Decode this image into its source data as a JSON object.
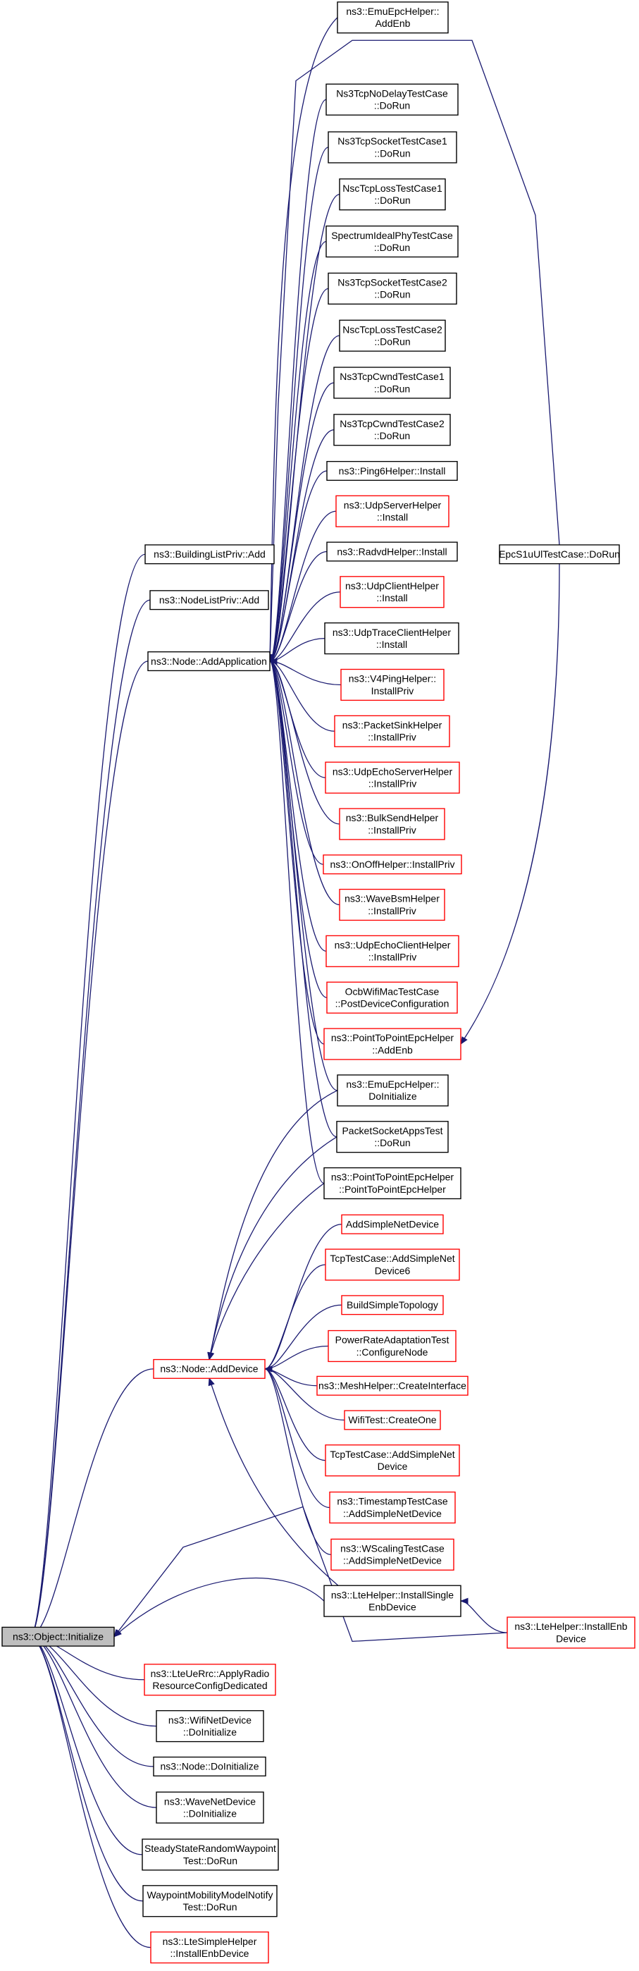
{
  "colors": {
    "edge": "#191970",
    "node_border": "#000000",
    "node_border_highlight": "#ff0000",
    "root_fill": "#bfbfbf"
  },
  "nodes": [
    {
      "id": "init",
      "lines": [
        "ns3::Object::Initialize"
      ],
      "style": "gray"
    },
    {
      "id": "buildinglist",
      "lines": [
        "ns3::BuildingListPriv::Add"
      ],
      "style": "black"
    },
    {
      "id": "nodelist",
      "lines": [
        "ns3::NodeListPriv::Add"
      ],
      "style": "black"
    },
    {
      "id": "addapp",
      "lines": [
        "ns3::Node::AddApplication"
      ],
      "style": "black"
    },
    {
      "id": "adddevice",
      "lines": [
        "ns3::Node::AddDevice"
      ],
      "style": "red"
    },
    {
      "id": "lteuerrc",
      "lines": [
        "ns3::LteUeRrc::ApplyRadio",
        "ResourceConfigDedicated"
      ],
      "style": "red"
    },
    {
      "id": "wifinetdev",
      "lines": [
        "ns3::WifiNetDevice",
        "::DoInitialize"
      ],
      "style": "black"
    },
    {
      "id": "nodedoinit",
      "lines": [
        "ns3::Node::DoInitialize"
      ],
      "style": "black"
    },
    {
      "id": "wavenetdev",
      "lines": [
        "ns3::WaveNetDevice",
        "::DoInitialize"
      ],
      "style": "black"
    },
    {
      "id": "steadystate",
      "lines": [
        "SteadyStateRandomWaypoint",
        "Test::DoRun"
      ],
      "style": "black"
    },
    {
      "id": "waypointnotify",
      "lines": [
        "WaypointMobilityModelNotify",
        "Test::DoRun"
      ],
      "style": "black"
    },
    {
      "id": "ltesimple",
      "lines": [
        "ns3::LteSimpleHelper",
        "::InstallEnbDevice"
      ],
      "style": "red"
    },
    {
      "id": "emuaddenb",
      "lines": [
        "ns3::EmuEpcHelper::",
        "AddEnb"
      ],
      "style": "black"
    },
    {
      "id": "ns3tcpnodelay",
      "lines": [
        "Ns3TcpNoDelayTestCase",
        "::DoRun"
      ],
      "style": "black"
    },
    {
      "id": "ns3tcpsocket1",
      "lines": [
        "Ns3TcpSocketTestCase1",
        "::DoRun"
      ],
      "style": "black"
    },
    {
      "id": "nsctcploss1",
      "lines": [
        "NscTcpLossTestCase1",
        "::DoRun"
      ],
      "style": "black"
    },
    {
      "id": "spectrumideal",
      "lines": [
        "SpectrumIdealPhyTestCase",
        "::DoRun"
      ],
      "style": "black"
    },
    {
      "id": "ns3tcpsocket2",
      "lines": [
        "Ns3TcpSocketTestCase2",
        "::DoRun"
      ],
      "style": "black"
    },
    {
      "id": "nsctcploss2",
      "lines": [
        "NscTcpLossTestCase2",
        "::DoRun"
      ],
      "style": "black"
    },
    {
      "id": "ns3tcpcwnd1",
      "lines": [
        "Ns3TcpCwndTestCase1",
        "::DoRun"
      ],
      "style": "black"
    },
    {
      "id": "ns3tcpcwnd2",
      "lines": [
        "Ns3TcpCwndTestCase2",
        "::DoRun"
      ],
      "style": "black"
    },
    {
      "id": "ping6",
      "lines": [
        "ns3::Ping6Helper::Install"
      ],
      "style": "black"
    },
    {
      "id": "udpserver",
      "lines": [
        "ns3::UdpServerHelper",
        "::Install"
      ],
      "style": "red"
    },
    {
      "id": "radvd",
      "lines": [
        "ns3::RadvdHelper::Install"
      ],
      "style": "black"
    },
    {
      "id": "udpclient",
      "lines": [
        "ns3::UdpClientHelper",
        "::Install"
      ],
      "style": "red"
    },
    {
      "id": "udptrace",
      "lines": [
        "ns3::UdpTraceClientHelper",
        "::Install"
      ],
      "style": "black"
    },
    {
      "id": "v4ping",
      "lines": [
        "ns3::V4PingHelper::",
        "InstallPriv"
      ],
      "style": "red"
    },
    {
      "id": "packetsink",
      "lines": [
        "ns3::PacketSinkHelper",
        "::InstallPriv"
      ],
      "style": "red"
    },
    {
      "id": "udpechoserver",
      "lines": [
        "ns3::UdpEchoServerHelper",
        "::InstallPriv"
      ],
      "style": "red"
    },
    {
      "id": "bulksend",
      "lines": [
        "ns3::BulkSendHelper",
        "::InstallPriv"
      ],
      "style": "red"
    },
    {
      "id": "onoff",
      "lines": [
        "ns3::OnOffHelper::InstallPriv"
      ],
      "style": "red"
    },
    {
      "id": "wavebsm",
      "lines": [
        "ns3::WaveBsmHelper",
        "::InstallPriv"
      ],
      "style": "red"
    },
    {
      "id": "udpechoclient",
      "lines": [
        "ns3::UdpEchoClientHelper",
        "::InstallPriv"
      ],
      "style": "red"
    },
    {
      "id": "ocbwifi",
      "lines": [
        "OcbWifiMacTestCase",
        "::PostDeviceConfiguration"
      ],
      "style": "red"
    },
    {
      "id": "p2pepcaddenb",
      "lines": [
        "ns3::PointToPointEpcHelper",
        "::AddEnb"
      ],
      "style": "red"
    },
    {
      "id": "emudoinit",
      "lines": [
        "ns3::EmuEpcHelper::",
        "DoInitialize"
      ],
      "style": "black"
    },
    {
      "id": "packetsocket",
      "lines": [
        "PacketSocketAppsTest",
        "::DoRun"
      ],
      "style": "black"
    },
    {
      "id": "p2pepcctor",
      "lines": [
        "ns3::PointToPointEpcHelper",
        "::PointToPointEpcHelper"
      ],
      "style": "black"
    },
    {
      "id": "addsimplenet",
      "lines": [
        "AddSimpleNetDevice"
      ],
      "style": "red"
    },
    {
      "id": "tcpaddsimple6",
      "lines": [
        "TcpTestCase::AddSimpleNet",
        "Device6"
      ],
      "style": "red"
    },
    {
      "id": "buildsimple",
      "lines": [
        "BuildSimpleTopology"
      ],
      "style": "red"
    },
    {
      "id": "powerrate",
      "lines": [
        "PowerRateAdaptationTest",
        "::ConfigureNode"
      ],
      "style": "red"
    },
    {
      "id": "meshhelper",
      "lines": [
        "ns3::MeshHelper::CreateInterface"
      ],
      "style": "red"
    },
    {
      "id": "wifitest",
      "lines": [
        "WifiTest::CreateOne"
      ],
      "style": "red"
    },
    {
      "id": "tcpaddsimple",
      "lines": [
        "TcpTestCase::AddSimpleNet",
        "Device"
      ],
      "style": "red"
    },
    {
      "id": "timestamp",
      "lines": [
        "ns3::TimestampTestCase",
        "::AddSimpleNetDevice"
      ],
      "style": "red"
    },
    {
      "id": "wscaling",
      "lines": [
        "ns3::WScalingTestCase",
        "::AddSimpleNetDevice"
      ],
      "style": "red"
    },
    {
      "id": "lteinstallsingle",
      "lines": [
        "ns3::LteHelper::InstallSingle",
        "EnbDevice"
      ],
      "style": "black"
    },
    {
      "id": "lteinstallenb",
      "lines": [
        "ns3::LteHelper::InstallEnb",
        "Device"
      ],
      "style": "red"
    },
    {
      "id": "epcs1ul",
      "lines": [
        "EpcS1uUlTestCase::DoRun"
      ],
      "style": "black"
    }
  ],
  "edges": [
    [
      "buildinglist",
      "init"
    ],
    [
      "nodelist",
      "init"
    ],
    [
      "addapp",
      "init"
    ],
    [
      "adddevice",
      "init"
    ],
    [
      "lteuerrc",
      "init"
    ],
    [
      "wifinetdev",
      "init"
    ],
    [
      "nodedoinit",
      "init"
    ],
    [
      "wavenetdev",
      "init"
    ],
    [
      "steadystate",
      "init"
    ],
    [
      "waypointnotify",
      "init"
    ],
    [
      "ltesimple",
      "init"
    ],
    [
      "lteinstallsingle",
      "init"
    ],
    [
      "lteinstallenb",
      "init"
    ],
    [
      "emuaddenb",
      "addapp"
    ],
    [
      "ns3tcpnodelay",
      "addapp"
    ],
    [
      "ns3tcpsocket1",
      "addapp"
    ],
    [
      "nsctcploss1",
      "addapp"
    ],
    [
      "spectrumideal",
      "addapp"
    ],
    [
      "ns3tcpsocket2",
      "addapp"
    ],
    [
      "nsctcploss2",
      "addapp"
    ],
    [
      "ns3tcpcwnd1",
      "addapp"
    ],
    [
      "ns3tcpcwnd2",
      "addapp"
    ],
    [
      "ping6",
      "addapp"
    ],
    [
      "udpserver",
      "addapp"
    ],
    [
      "radvd",
      "addapp"
    ],
    [
      "udpclient",
      "addapp"
    ],
    [
      "udptrace",
      "addapp"
    ],
    [
      "v4ping",
      "addapp"
    ],
    [
      "packetsink",
      "addapp"
    ],
    [
      "udpechoserver",
      "addapp"
    ],
    [
      "bulksend",
      "addapp"
    ],
    [
      "onoff",
      "addapp"
    ],
    [
      "wavebsm",
      "addapp"
    ],
    [
      "udpechoclient",
      "addapp"
    ],
    [
      "ocbwifi",
      "addapp"
    ],
    [
      "p2pepcaddenb",
      "addapp"
    ],
    [
      "emudoinit",
      "addapp"
    ],
    [
      "packetsocket",
      "addapp"
    ],
    [
      "p2pepcctor",
      "addapp"
    ],
    [
      "epcs1ul",
      "addapp"
    ],
    [
      "emudoinit",
      "adddevice"
    ],
    [
      "packetsocket",
      "adddevice"
    ],
    [
      "p2pepcctor",
      "adddevice"
    ],
    [
      "addsimplenet",
      "adddevice"
    ],
    [
      "tcpaddsimple6",
      "adddevice"
    ],
    [
      "buildsimple",
      "adddevice"
    ],
    [
      "powerrate",
      "adddevice"
    ],
    [
      "meshhelper",
      "adddevice"
    ],
    [
      "wifitest",
      "adddevice"
    ],
    [
      "tcpaddsimple",
      "adddevice"
    ],
    [
      "timestamp",
      "adddevice"
    ],
    [
      "wscaling",
      "adddevice"
    ],
    [
      "lteinstallsingle",
      "adddevice"
    ],
    [
      "epcs1ul",
      "p2pepcaddenb"
    ],
    [
      "lteinstallenb",
      "lteinstallsingle"
    ]
  ]
}
